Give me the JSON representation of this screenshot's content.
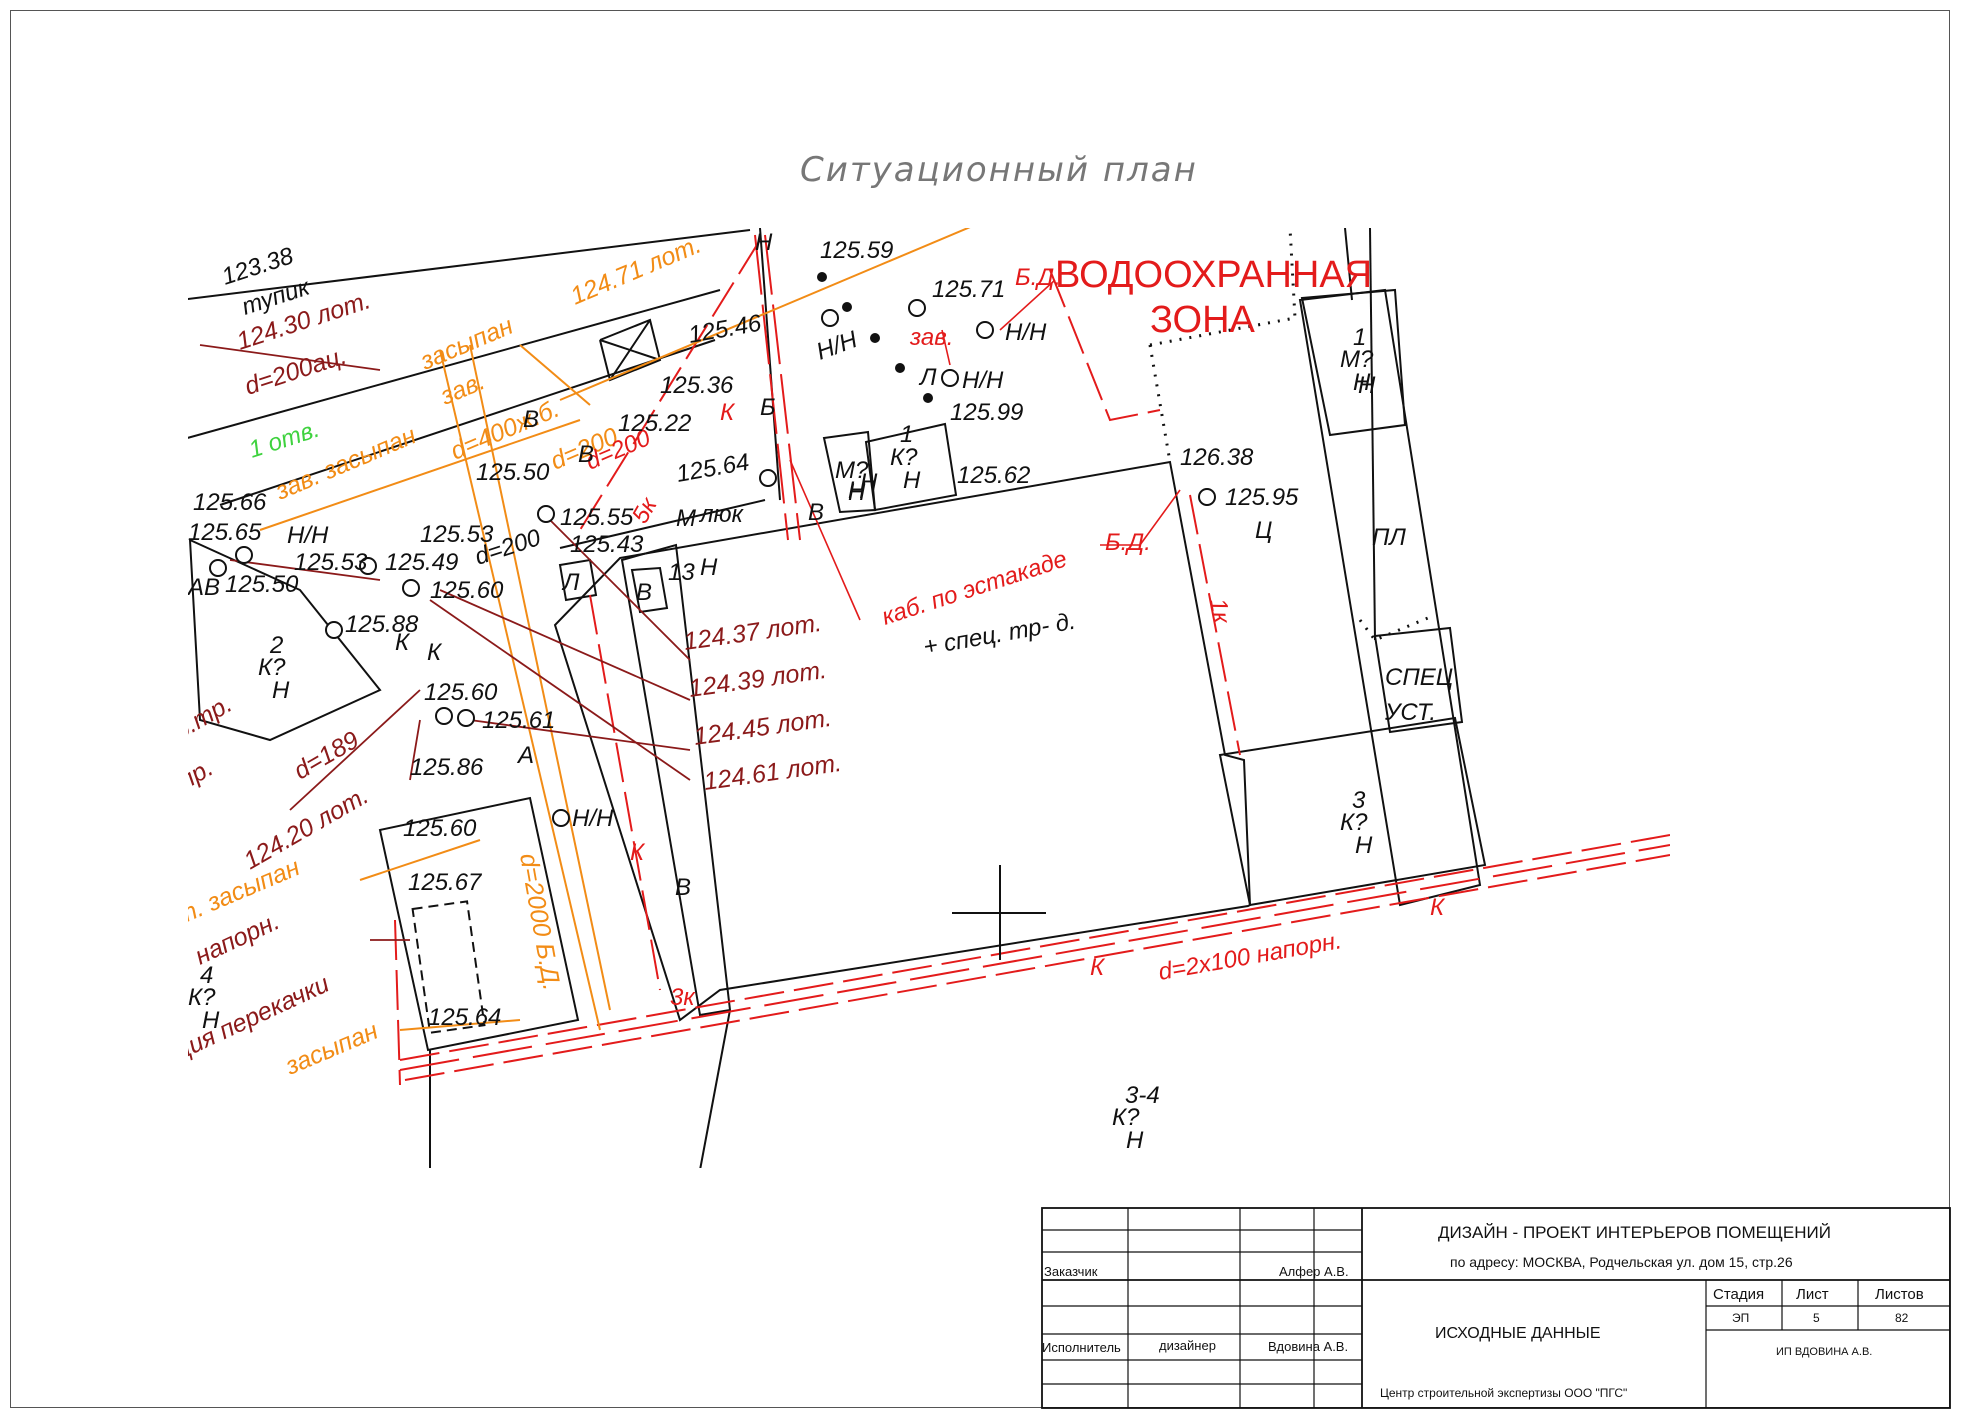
{
  "page_title": "Ситуационный план",
  "water_zone": [
    "ВОДООХРАННАЯ",
    "ЗОНА"
  ],
  "labels_darkred": [
    "124.30 лот.",
    "d=200ац.",
    "124.37 лот.",
    "124.39 лот.",
    "124.45 лот.",
    "124.61 лот.",
    "124.20 лот.",
    "d=189",
    "напорн.",
    "ция  перекачки",
    "пр.",
    "о.тр."
  ],
  "labels_orange": [
    "124.71 лот.",
    "засыпан",
    "зав.",
    "d=400ж.б.",
    "зав. засыпан",
    "d=200",
    "d=2000 Б.Д.",
    "т. засыпан",
    "засыпан"
  ],
  "labels_red": [
    "Б.Д.",
    "зав.",
    "d=200",
    "каб. по  эстакаде",
    "Б.Д.",
    "1к",
    "3к",
    "5к",
    "d=2x100  напорн.",
    "К",
    "К",
    "К",
    "К"
  ],
  "labels_green": [
    "1 отв."
  ],
  "labels_black": [
    "123.38",
    "тупик",
    "125.59",
    "125.71",
    "Н/Н",
    "Н/Н",
    "125.46",
    "Н/Н",
    "125.99",
    "125.36",
    "125.22",
    "125.50",
    "125.64",
    "125.62",
    "126.38",
    "125.95",
    "Ц",
    "125.55",
    "125.43",
    "125.53",
    "125.49",
    "125.60",
    "125.53",
    "125.66",
    "125.65",
    "125.50",
    "Н/Н",
    "125.88",
    "d=200",
    "125.60",
    "125.61",
    "125.86",
    "Н/Н",
    "125.60",
    "125.67",
    "125.64",
    "+ спец. тр- д.",
    "ПЛ",
    "СПЕЦ",
    "УСТ.",
    "13",
    "В",
    "В",
    "В",
    "В",
    "В",
    "Л",
    "Л",
    "Б",
    "М",
    "люк",
    "Н",
    "Н",
    "Н",
    "Н",
    "Н",
    "А",
    "К",
    "К",
    "АВ"
  ],
  "building_codes": [
    {
      "top": "1",
      "mid": "К?",
      "bot": "Н"
    },
    {
      "top": "1",
      "mid": "М?",
      "bot": "Н"
    },
    {
      "top": "",
      "mid": "М?",
      "bot": "Н"
    },
    {
      "top": "3",
      "mid": "К?",
      "bot": "Н"
    },
    {
      "top": "2",
      "mid": "К?",
      "bot": "Н"
    },
    {
      "top": "4",
      "mid": "К?",
      "bot": "Н"
    },
    {
      "top": "3-4",
      "mid": "К?",
      "bot": "Н"
    }
  ],
  "title_block": {
    "project_title": "ДИЗАЙН - ПРОЕКТ ИНТЕРЬЕРОВ ПОМЕЩЕНИЙ",
    "address": "по адресу: МОСКВА, Родчельская ул. дом 15, стр.26",
    "customer_label": "Заказчик",
    "customer_name": "Алфер А.В.",
    "executor_label": "Исполнитель",
    "executor_role": "дизайнер",
    "executor_name": "Вдовина А.В.",
    "stage_label": "Стадия",
    "sheet_label": "Лист",
    "sheets_label": "Листов",
    "stage_value": "ЭП",
    "sheet_value": "5",
    "sheets_value": "82",
    "sheet_name": "ИСХОДНЫЕ ДАННЫЕ",
    "company": "ИП ВДОВИНА А.В.",
    "organization": "Центр строительной экспертизы ООО \"ПГС\""
  }
}
